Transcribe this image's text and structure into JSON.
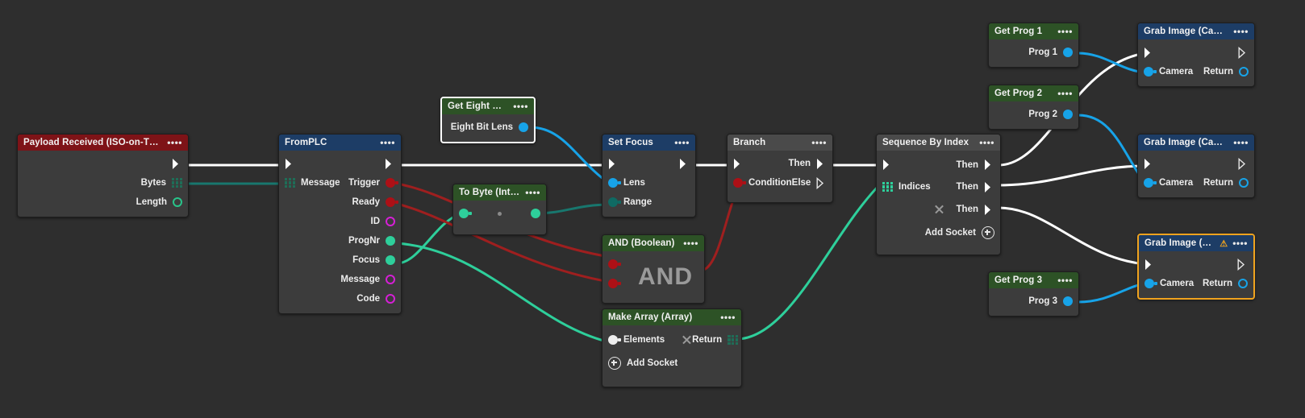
{
  "app": {
    "kind": "visual-node-graph-editor",
    "background": "#2e2e2e"
  },
  "palette": {
    "header_red": "#7e1317",
    "header_blue": "#1d3d66",
    "header_green": "#2d5226",
    "header_gray": "#4a4a4a",
    "node_body": "#3c3c3c",
    "pin_red": "#ad1016",
    "pin_magenta": "#d61fd6",
    "pin_green": "#2ecf9b",
    "pin_blue": "#17a3e8",
    "pin_teal": "#0f6a63",
    "wire_white": "#ffffff",
    "wire_red": "#9f1f1f",
    "wire_green": "#2ecf9b",
    "wire_blue": "#17a3e8",
    "wire_teal": "#18776e",
    "warning_border": "#f0a31e",
    "selected_border": "#ffffff"
  },
  "menu_glyph": "••••",
  "warning_glyph": "⚠",
  "nodes": {
    "payload_received": {
      "title": "Payload Received (ISO-on-TCP Client)",
      "header_color": "red",
      "rows": [
        {
          "out_exec": true
        },
        {
          "out_label": "Bytes",
          "out_pin": "array-green"
        },
        {
          "out_label": "Length",
          "out_pin": "green-ring"
        }
      ]
    },
    "from_plc": {
      "title": "FromPLC",
      "header_color": "blue",
      "in_exec": true,
      "out_exec": true,
      "in_rows": [
        {
          "label": "Message",
          "pin": "array-green"
        }
      ],
      "out_rows": [
        {
          "label": "Trigger",
          "pin": "red"
        },
        {
          "label": "Ready",
          "pin": "red"
        },
        {
          "label": "ID",
          "pin": "magenta-ring"
        },
        {
          "label": "ProgNr",
          "pin": "green"
        },
        {
          "label": "Focus",
          "pin": "green"
        },
        {
          "label": "Message",
          "pin": "magenta-ring"
        },
        {
          "label": "Code",
          "pin": "magenta-ring"
        }
      ]
    },
    "get_eight_bit_lens": {
      "title": "Get Eight Bit Lens",
      "header_color": "green",
      "selected": true,
      "out_rows": [
        {
          "label": "Eight Bit Lens",
          "pin": "blue"
        }
      ]
    },
    "to_byte_integer": {
      "title": "To Byte (Integer)",
      "header_color": "green",
      "in_pin": "green",
      "mid_glyph": "dot",
      "out_pin": "green"
    },
    "set_focus": {
      "title": "Set Focus",
      "header_color": "blue",
      "in_exec": true,
      "out_exec": true,
      "in_rows": [
        {
          "label": "Lens",
          "pin": "blue"
        },
        {
          "label": "Range",
          "pin": "teal"
        }
      ]
    },
    "and_boolean": {
      "title": "AND (Boolean)",
      "header_color": "green",
      "operator_text": "AND",
      "in_rows": [
        {
          "pin": "red"
        },
        {
          "pin": "red"
        }
      ]
    },
    "branch": {
      "title": "Branch",
      "header_color": "gray",
      "in_exec": true,
      "in_rows": [
        {
          "label": "Condition",
          "pin": "red"
        }
      ],
      "out_rows": [
        {
          "label": "Then",
          "exec": "filled"
        },
        {
          "label": "Else",
          "exec": "hollow"
        }
      ]
    },
    "make_array": {
      "title": "Make Array (Array)",
      "header_color": "green",
      "in_rows": [
        {
          "label": "Elements",
          "pin": "white"
        }
      ],
      "out_rows": [
        {
          "label": "Return",
          "pin": "array-green"
        }
      ],
      "remove_socket_icon": "x-icon",
      "add_socket_label": "Add Socket"
    },
    "sequence_by_index": {
      "title": "Sequence By Index",
      "header_color": "gray",
      "in_exec": true,
      "in_rows": [
        {
          "label": "Indices",
          "pin": "array-green"
        }
      ],
      "out_rows": [
        {
          "label": "Then",
          "exec": "filled"
        },
        {
          "label": "Then",
          "exec": "filled"
        },
        {
          "label": "Then",
          "exec": "filled"
        }
      ],
      "remove_socket_icon": "x-icon",
      "add_socket_label": "Add Socket"
    },
    "get_prog_1": {
      "title": "Get Prog 1",
      "header_color": "green",
      "out_rows": [
        {
          "label": "Prog 1",
          "pin": "blue"
        }
      ]
    },
    "get_prog_2": {
      "title": "Get Prog 2",
      "header_color": "green",
      "out_rows": [
        {
          "label": "Prog 2",
          "pin": "blue"
        }
      ]
    },
    "get_prog_3": {
      "title": "Get Prog 3",
      "header_color": "green",
      "out_rows": [
        {
          "label": "Prog 3",
          "pin": "blue"
        }
      ]
    },
    "grab_image_1": {
      "title": "Grab Image (Camera)",
      "header_color": "blue",
      "in_exec": true,
      "out_exec": "hollow",
      "in_rows": [
        {
          "label": "Camera",
          "pin": "blue"
        }
      ],
      "out_rows": [
        {
          "label": "Return",
          "pin": "blue-ring"
        }
      ]
    },
    "grab_image_2": {
      "title": "Grab Image (Camera)",
      "header_color": "blue",
      "in_exec": true,
      "out_exec": "hollow",
      "in_rows": [
        {
          "label": "Camera",
          "pin": "blue"
        }
      ],
      "out_rows": [
        {
          "label": "Return",
          "pin": "blue-ring"
        }
      ]
    },
    "grab_image_3": {
      "title": "Grab Image (Camera)",
      "header_color": "blue",
      "warning": true,
      "in_exec": true,
      "out_exec": "hollow",
      "in_rows": [
        {
          "label": "Camera",
          "pin": "blue"
        }
      ],
      "out_rows": [
        {
          "label": "Return",
          "pin": "blue-ring"
        }
      ]
    }
  }
}
